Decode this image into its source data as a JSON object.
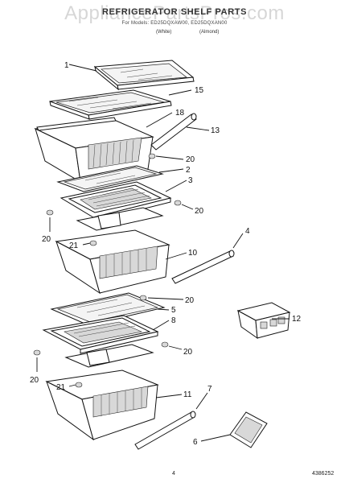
{
  "header": {
    "title": "REFRIGERATOR SHELF PARTS",
    "watermark": "AppliancePartsPros.com",
    "models_line": "For Models: ED25DQXAW00, ED25DQXAN00",
    "color_white": "(White)",
    "color_almond": "(Almond)"
  },
  "callouts": {
    "c1": "1",
    "c15": "15",
    "c18": "18",
    "c13": "13",
    "c20a": "20",
    "c2": "2",
    "c3": "3",
    "c20b": "20",
    "c20c": "20",
    "c21a": "21",
    "c4": "4",
    "c10": "10",
    "c20d": "20",
    "c5": "5",
    "c12": "12",
    "c8": "8",
    "c20e": "20",
    "c20f": "20",
    "c21b": "21",
    "c7": "7",
    "c11": "11",
    "c6": "6"
  },
  "footer": {
    "page_number": "4",
    "part_number": "4386252"
  }
}
